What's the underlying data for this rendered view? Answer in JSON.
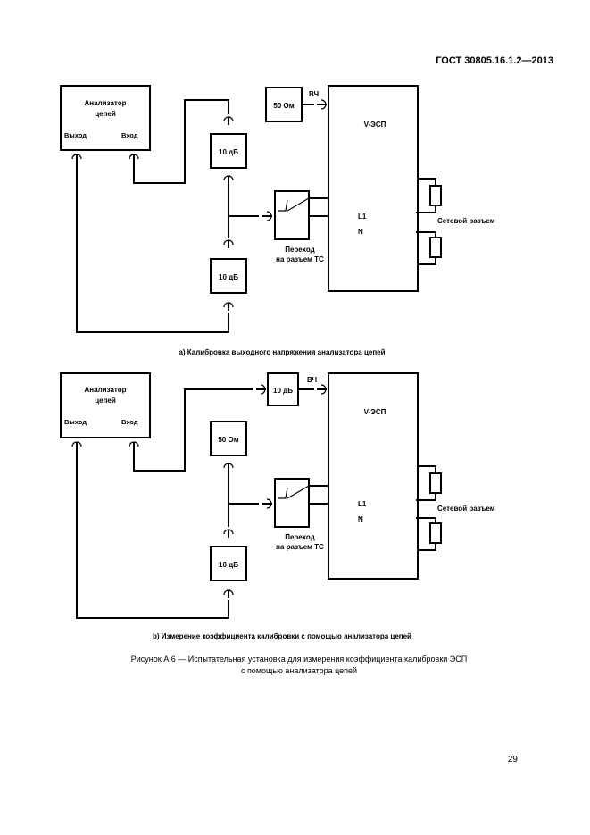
{
  "header": {
    "doc_code": "ГОСТ 30805.16.1.2—2013"
  },
  "diagram_a": {
    "analyzer_label_1": "Анализатор",
    "analyzer_label_2": "цепей",
    "output_label": "Выход",
    "input_label": "Вход",
    "att_top": "10 дБ",
    "att_bottom": "10 дБ",
    "load": "50 Ом",
    "rf_label": "ВЧ",
    "eut_label": "V-ЭСП",
    "l1_label": "L1",
    "n_label": "N",
    "mains_label": "Сетевой разъем",
    "adapter_label_1": "Переход",
    "adapter_label_2": "на разъем ТС",
    "caption": "а) Калибровка выходного напряжения анализатора цепей"
  },
  "diagram_b": {
    "analyzer_label_1": "Анализатор",
    "analyzer_label_2": "цепей",
    "output_label": "Выход",
    "input_label": "Вход",
    "att_rf": "10 дБ",
    "load": "50 Ом",
    "att_bottom": "10 дБ",
    "rf_label": "ВЧ",
    "eut_label": "V-ЭСП",
    "l1_label": "L1",
    "n_label": "N",
    "mains_label": "Сетевой разъем",
    "adapter_label_1": "Переход",
    "adapter_label_2": "на разъем ТС",
    "caption": "b) Измерение коэффициента калибровки с помощью анализатора цепей"
  },
  "figure_caption": {
    "line1": "Рисунок А.6 — Испытательная установка для измерения коэффициента калибровки ЭСП",
    "line2": "с помощью анализатора цепей"
  },
  "page_number": "29"
}
